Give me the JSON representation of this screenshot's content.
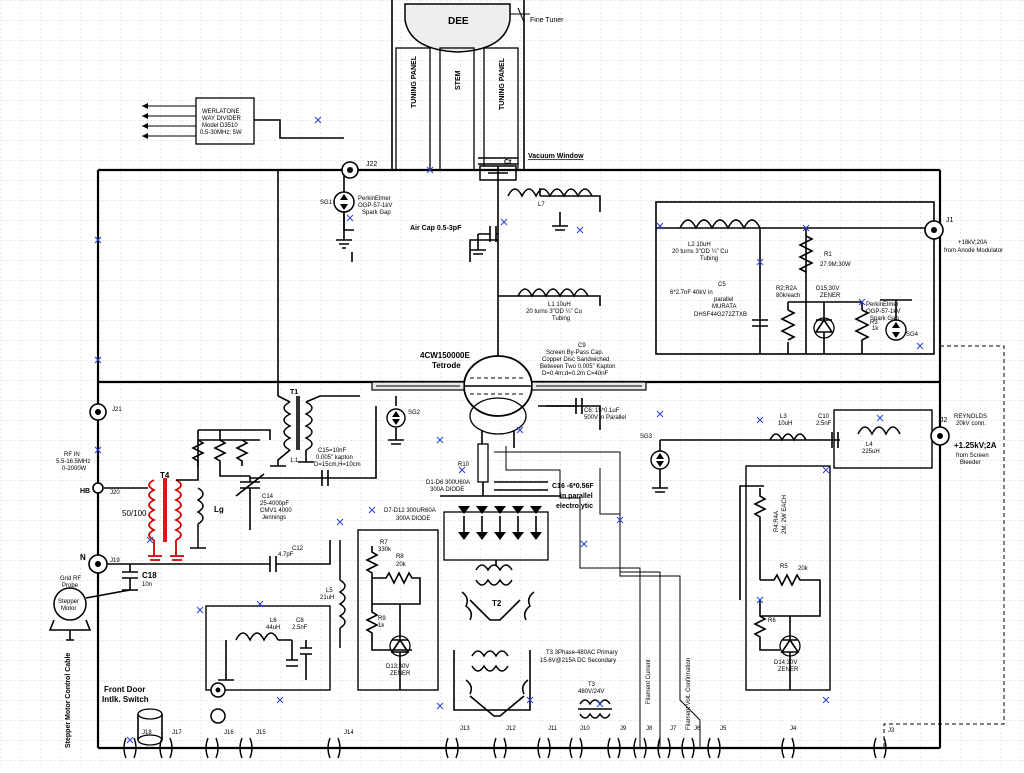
{
  "title": "",
  "colors": {
    "grid": "#c9c9c9",
    "wire": "#000000",
    "highlight": "#d00000",
    "marker": "#2c3fd0",
    "label_fill": "#e9eefc"
  },
  "cavity": {
    "dee": "DEE",
    "fine_tuner": "Fine Tuner",
    "tuning_panel_left": "TUNING PANEL",
    "stem": "STEM",
    "tuning_panel_right": "TUNING PANEL",
    "vacuum_window": "Vacuum Window",
    "ct": "Ct"
  },
  "werlatone": [
    "WERLATONE",
    "WAY DIVIDER",
    "Model D3510",
    "0.5-30MHz; 5W"
  ],
  "labels": {
    "j22": "J22",
    "j21": "J21",
    "j20": "J20",
    "j19": "J19",
    "j18": "J18",
    "j17": "J17",
    "j16": "J16",
    "j15": "J15",
    "j14": "J14",
    "j13": "J13",
    "j12": "J12",
    "j11": "J11",
    "j10": "J10",
    "j9": "J9",
    "j8": "J8",
    "j7": "J7",
    "j6": "J6",
    "j5": "J5",
    "j4": "J4",
    "j3": "J3",
    "j2": "J2",
    "j1": "J1",
    "sg1": "SG1",
    "sg1_desc": [
      "PerkinElmer",
      "OGP-57-1kV",
      "Spark Gap"
    ],
    "l7": "L7",
    "air_cap": "Air Cap 0.5-3pF",
    "l2": [
      "L2  10uH",
      "20 turns 3\"OD ¼\" Cu",
      "Tubing"
    ],
    "r1": [
      "R1",
      "27.9M;30W"
    ],
    "j1_desc": [
      "+18kV;20A",
      "from Anode Modulator"
    ],
    "c5": [
      "C5",
      "6*2.7nF 40kV in",
      "parallel",
      "MURATA",
      "DHSF44G272ZTXB"
    ],
    "r2": [
      "R2;R2A",
      "80k/each"
    ],
    "d15": [
      "D15;30V",
      "ZENER"
    ],
    "sg4_desc": [
      "PerkinElmer",
      "OGP-57-1kV",
      "Spark Gap"
    ],
    "r3": "R3",
    "r3_val": "1k",
    "sg4": "SG4",
    "l1": [
      "L1  10uH",
      "20 turns 3\"OD ¼\" Cu",
      "Tubing"
    ],
    "tube": [
      "4CW150000E",
      "Tetrode"
    ],
    "c9": [
      "C9",
      "Screen By-Pass Cap.",
      "Copper Disc Sandwiched",
      "Between Two 0.005\" Kapton",
      "D=0.4m;d=0.2m C=40nF"
    ],
    "t1": "T1",
    "t1_ratio": "1:1",
    "sg2": "SG2",
    "c6": [
      "C6: 15*0.1uF",
      "500V in Parallel"
    ],
    "sg3": "SG3",
    "l3": [
      "L3",
      "10uH"
    ],
    "c10": [
      "C10",
      "2.5nF"
    ],
    "l4": [
      "L4",
      "225uH"
    ],
    "j2_desc": [
      "REYNOLDS",
      "20kV conn."
    ],
    "screen_supply": [
      "+1.25kV;2A",
      "from Screen",
      "Bleeder"
    ],
    "rf_in": [
      "RF IN",
      "5.5-16.5MHz",
      "0-2000W"
    ],
    "t4": "T4",
    "t4_ratio": "50/100",
    "lg": "Lg",
    "c15": [
      "C15=10nF",
      "0.005\" kapton",
      "D=15cm,H=10cm"
    ],
    "r10": "R10",
    "d1_d6": [
      "D1-D6 300U60A",
      "300A DIODE"
    ],
    "c16": [
      "C16 -6*0.56F",
      "in parallel",
      "electrolytic"
    ],
    "c14": [
      "C14",
      "25-4000pF",
      "CMV1 4000",
      "Jennings"
    ],
    "d7_d12": [
      "D7-D12 300UR60A",
      "300A DIODE"
    ],
    "r4": [
      "R4;R4A",
      "2M; 2W EACH"
    ],
    "r7": [
      "R7",
      "330k"
    ],
    "r8": [
      "R8",
      "20k"
    ],
    "r9": [
      "R9",
      "1k"
    ],
    "d13": [
      "D13;30V",
      "ZENER"
    ],
    "c12": [
      "C12",
      "4.7pF"
    ],
    "n": "N",
    "grid_probe": [
      "Grid RF",
      "Probe"
    ],
    "c18": [
      "C18",
      "10n"
    ],
    "l5": [
      "L5",
      "21uH"
    ],
    "t2": "T2",
    "r5": "R5",
    "r5_val": "20k",
    "r6": "R6",
    "d14": [
      "D14;30V",
      "ZENER"
    ],
    "l6": [
      "L6",
      "44uH"
    ],
    "c8": [
      "C8",
      "2.5nF"
    ],
    "t3_main": [
      "T3 3Phase-480AC Primary",
      "15.6V@215A  DC Secondary"
    ],
    "t3_aux": [
      "T3",
      "480V/24V"
    ],
    "stepper_motor": [
      "Stepper",
      "Motor"
    ],
    "front_door": [
      "Front Door",
      "Intlk. Switch"
    ],
    "stepper_cable": "Stepper Motor Control Cable",
    "filament_current": "Filament Current",
    "filament_volt": "Filament Volt. Confirmation",
    "hb": "HB"
  }
}
